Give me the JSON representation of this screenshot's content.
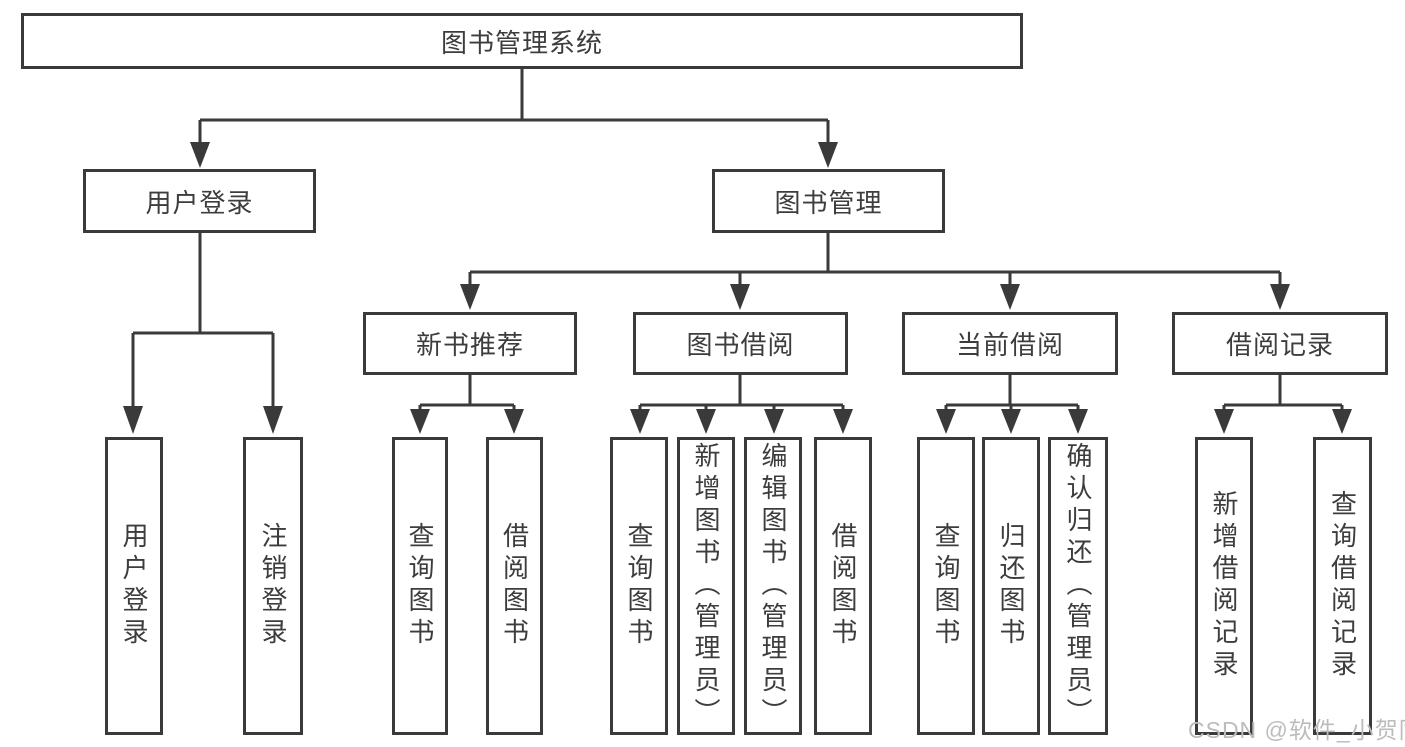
{
  "tree": {
    "label": "图书管理系统",
    "children": [
      {
        "label": "用户登录",
        "children": [
          {
            "label": "用户登录"
          },
          {
            "label": "注销登录"
          }
        ]
      },
      {
        "label": "图书管理",
        "children": [
          {
            "label": "新书推荐",
            "children": [
              {
                "label": "查询图书"
              },
              {
                "label": "借阅图书"
              }
            ]
          },
          {
            "label": "图书借阅",
            "children": [
              {
                "label": "查询图书"
              },
              {
                "label": "新增图书（管理员）"
              },
              {
                "label": "编辑图书（管理员）"
              },
              {
                "label": "借阅图书"
              }
            ]
          },
          {
            "label": "当前借阅",
            "children": [
              {
                "label": "查询图书"
              },
              {
                "label": "归还图书"
              },
              {
                "label": "确认归还（管理员）"
              }
            ]
          },
          {
            "label": "借阅记录",
            "children": [
              {
                "label": "新增借阅记录"
              },
              {
                "label": "查询借阅记录"
              }
            ]
          }
        ]
      }
    ]
  },
  "watermark": {
    "text": "CSDN @软件_小贺同学"
  },
  "colors": {
    "line": "#3a3a3a",
    "text": "#3d3d3d",
    "watermark": "#bcbcbc",
    "background": "#ffffff"
  }
}
